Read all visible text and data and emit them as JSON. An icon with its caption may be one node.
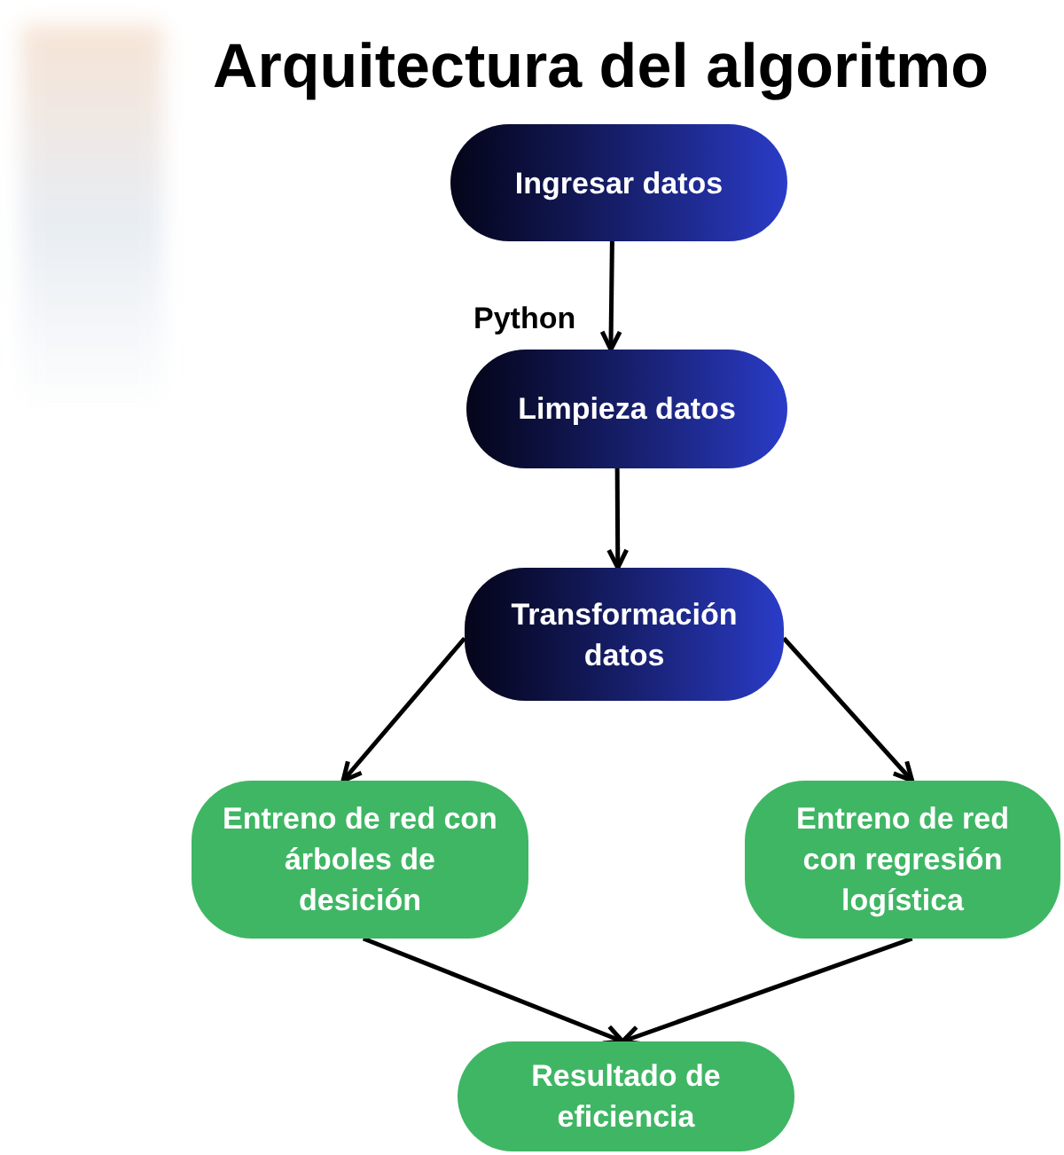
{
  "diagram": {
    "title": "Arquitectura del algoritmo",
    "nodes": [
      {
        "text": [
          "Ingresar datos"
        ]
      },
      {
        "text": [
          "Limpieza datos"
        ]
      },
      {
        "text": [
          "Transformación datos"
        ]
      },
      {
        "text": [
          "Entreno de red con árboles de desición"
        ]
      },
      {
        "text": [
          "Entreno de red con regresión logística"
        ]
      },
      {
        "text": [
          "Resultado de eficiencia"
        ]
      }
    ],
    "edges": [
      {
        "from": 0,
        "to": 1,
        "arrow": "to",
        "label": "Python"
      },
      {
        "from": 1,
        "to": 2,
        "arrow": "to"
      },
      {
        "from": 2,
        "to": 3,
        "arrow": "to"
      },
      {
        "from": 2,
        "to": 4,
        "arrow": "to"
      },
      {
        "from": 3,
        "to": 5,
        "arrow": "to"
      },
      {
        "from": 4,
        "to": 5,
        "arrow": "to"
      }
    ]
  }
}
